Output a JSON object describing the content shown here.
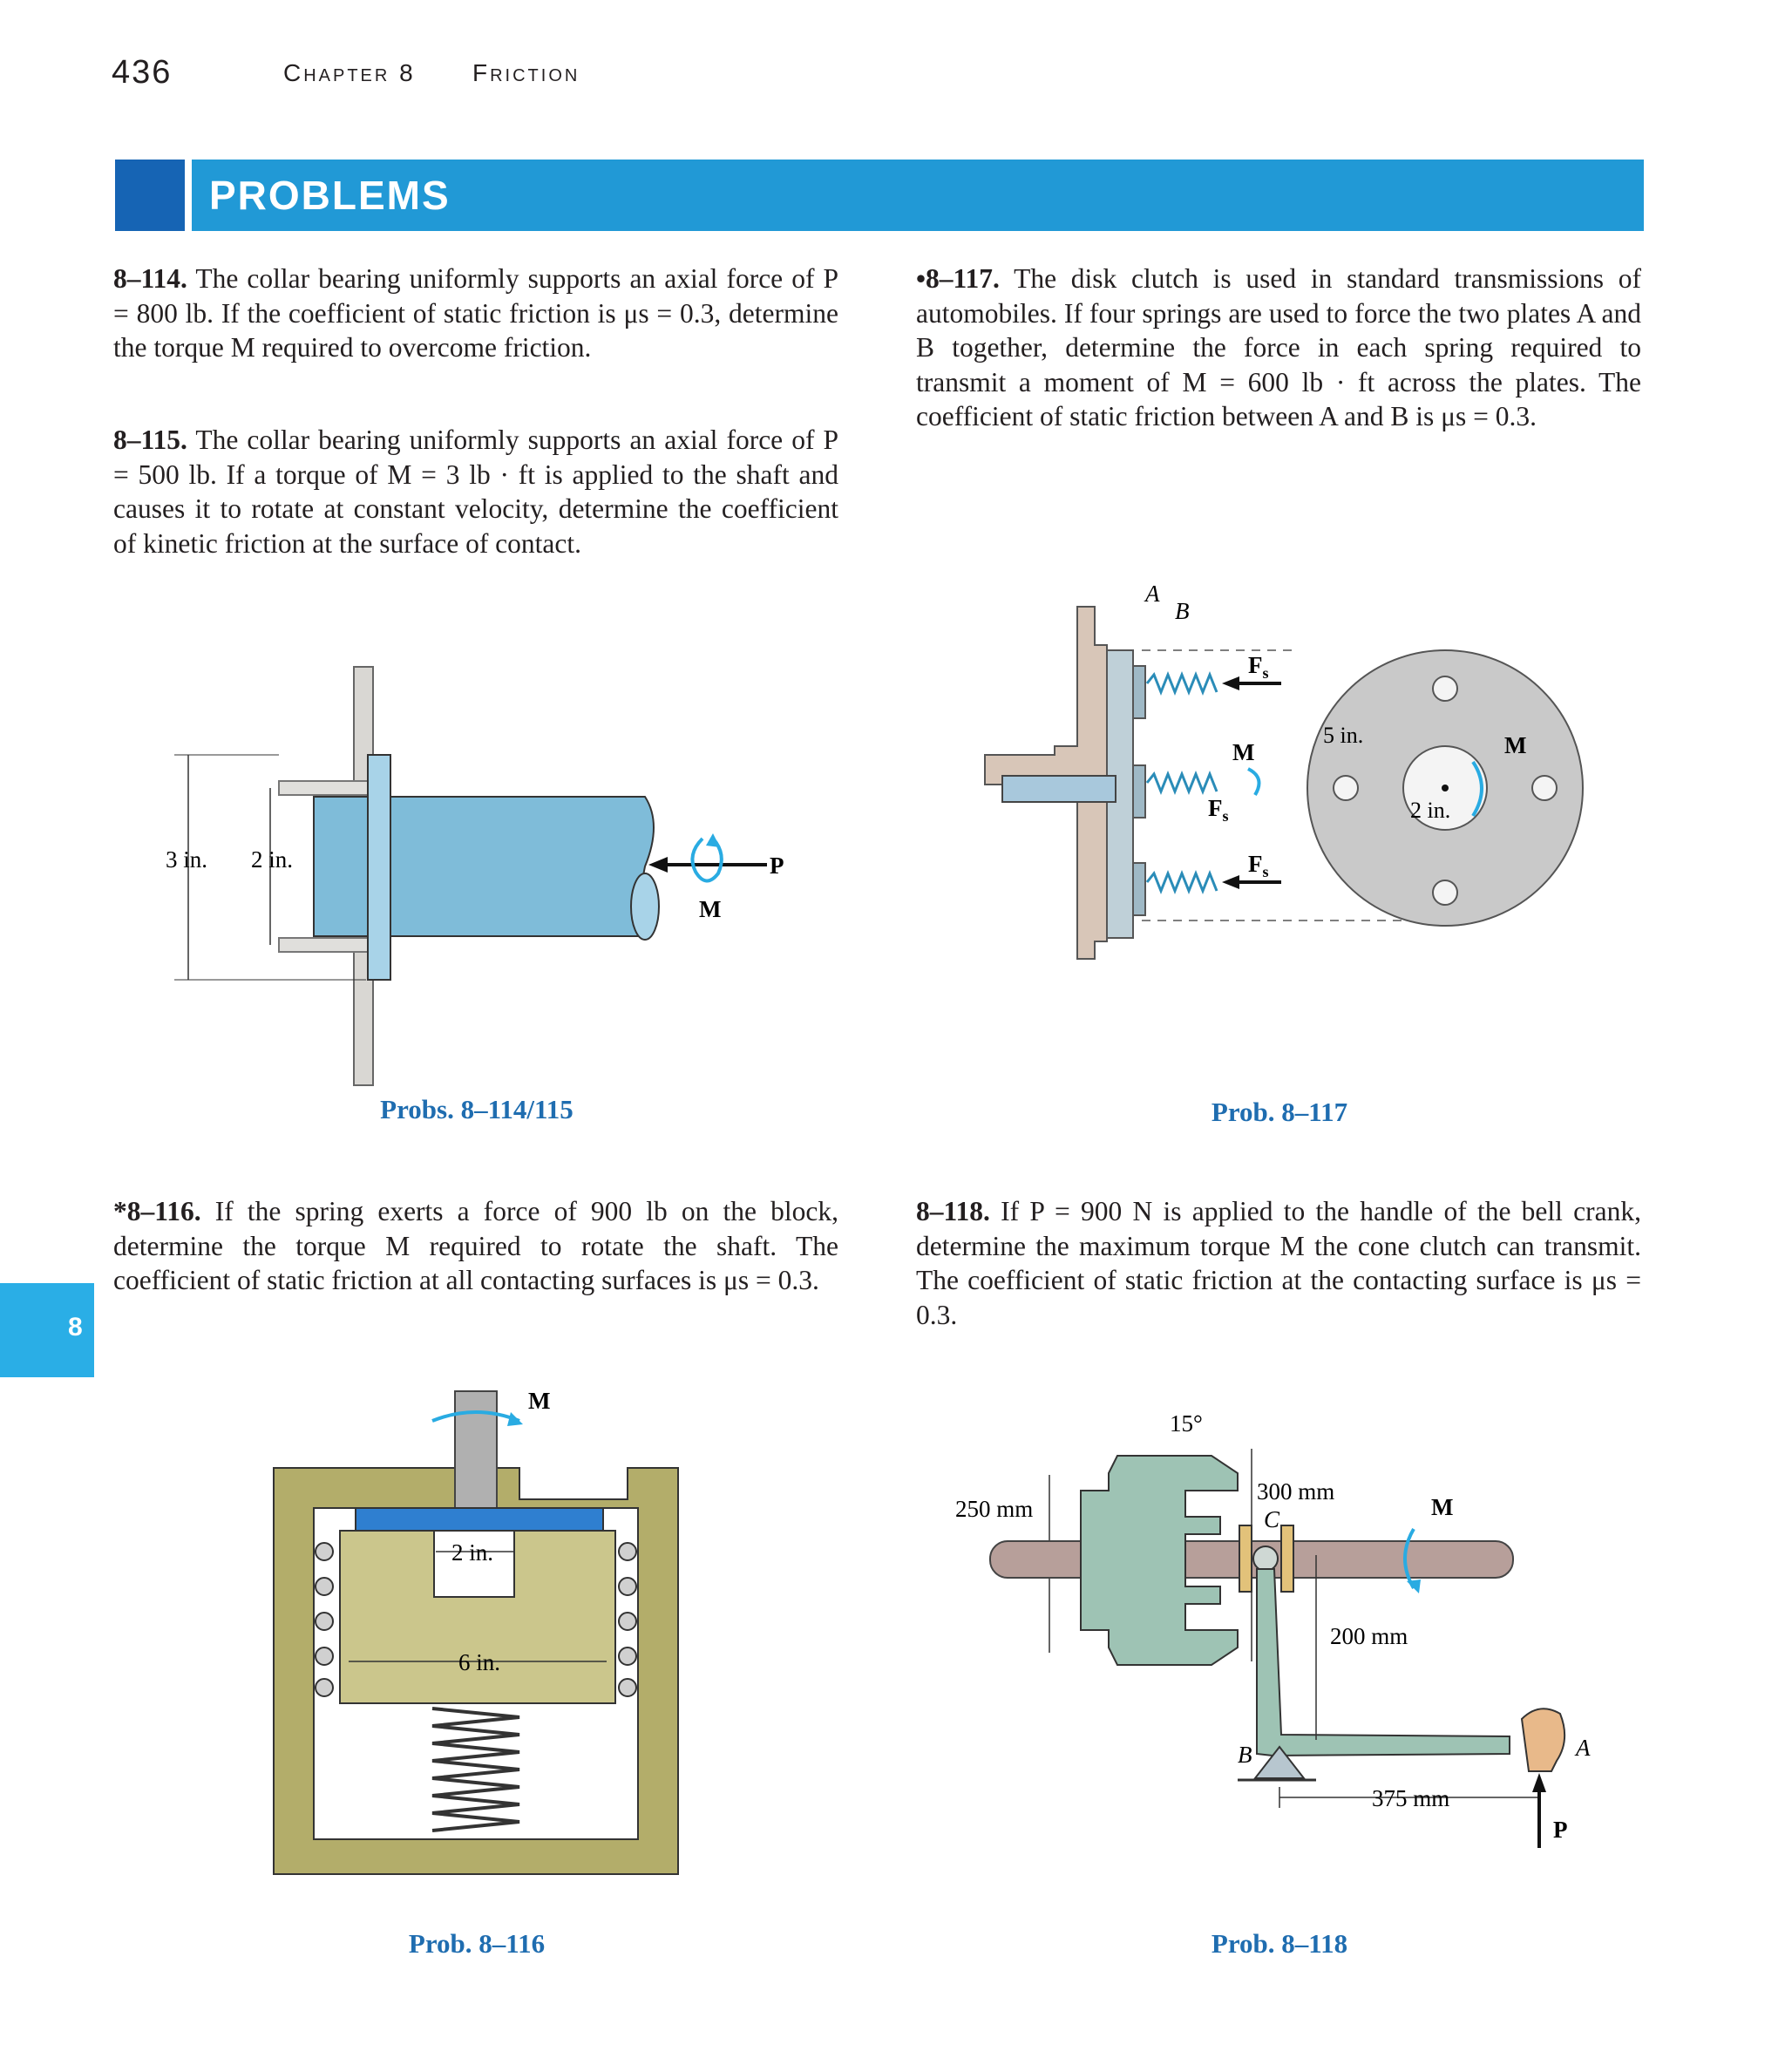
{
  "header": {
    "page_number": "436",
    "chapter": "Chapter 8",
    "section": "Friction"
  },
  "banner": {
    "title": "PROBLEMS"
  },
  "side_tab": {
    "label": "8"
  },
  "problems": {
    "p114": {
      "number": "8–114.",
      "text": "The collar bearing uniformly supports an axial force of P = 800 lb. If the coefficient of static friction is μs = 0.3, determine the torque M required to overcome friction."
    },
    "p115": {
      "number": "8–115.",
      "text": "The collar bearing uniformly supports an axial force of P = 500 lb. If a torque of M = 3 lb · ft is applied to the shaft and causes it to rotate at constant velocity, determine the coefficient of kinetic friction at the surface of contact."
    },
    "p116": {
      "number": "*8–116.",
      "text": "If the spring exerts a force of 900 lb on the block, determine the torque M required to rotate the shaft. The coefficient of static friction at all contacting surfaces is μs = 0.3."
    },
    "p117": {
      "number": "•8–117.",
      "text": "The disk clutch is used in standard transmissions of automobiles. If four springs are used to force the two plates A and B together, determine the force in each spring required to transmit a moment of M = 600 lb · ft across the plates. The coefficient of static friction between A and B is μs = 0.3."
    },
    "p118": {
      "number": "8–118.",
      "text": "If P = 900 N is applied to the handle of the bell crank, determine the maximum torque M the cone clutch can transmit. The coefficient of static friction at the contacting surface is μs = 0.3."
    }
  },
  "figures": {
    "fig114": {
      "caption": "Probs. 8–114/115",
      "dim_outer": "3 in.",
      "dim_inner": "2 in.",
      "label_M": "M",
      "label_P": "P"
    },
    "fig117": {
      "caption": "Prob. 8–117",
      "label_A": "A",
      "label_B": "B",
      "label_Fs": "F",
      "label_Fs_sub": "s",
      "label_M": "M",
      "dim_outer": "5 in.",
      "dim_inner": "2 in."
    },
    "fig116": {
      "caption": "Prob. 8–116",
      "label_M": "M",
      "dim_shaft": "2 in.",
      "dim_block": "6 in."
    },
    "fig118": {
      "caption": "Prob. 8–118",
      "angle": "15°",
      "dim_250": "250 mm",
      "dim_300": "300 mm",
      "dim_200": "200 mm",
      "dim_375": "375 mm",
      "label_C": "C",
      "label_B": "B",
      "label_A": "A",
      "label_M": "M",
      "label_P": "P"
    }
  },
  "colors": {
    "banner": "#2199d6",
    "banner_dark": "#1664b4",
    "caption": "#1f6db0",
    "shaft_blue": "#7fbcd9",
    "accent_cyan": "#29abe2",
    "olive": "#b3ad6a",
    "clutch_green": "#9ec3b4"
  }
}
